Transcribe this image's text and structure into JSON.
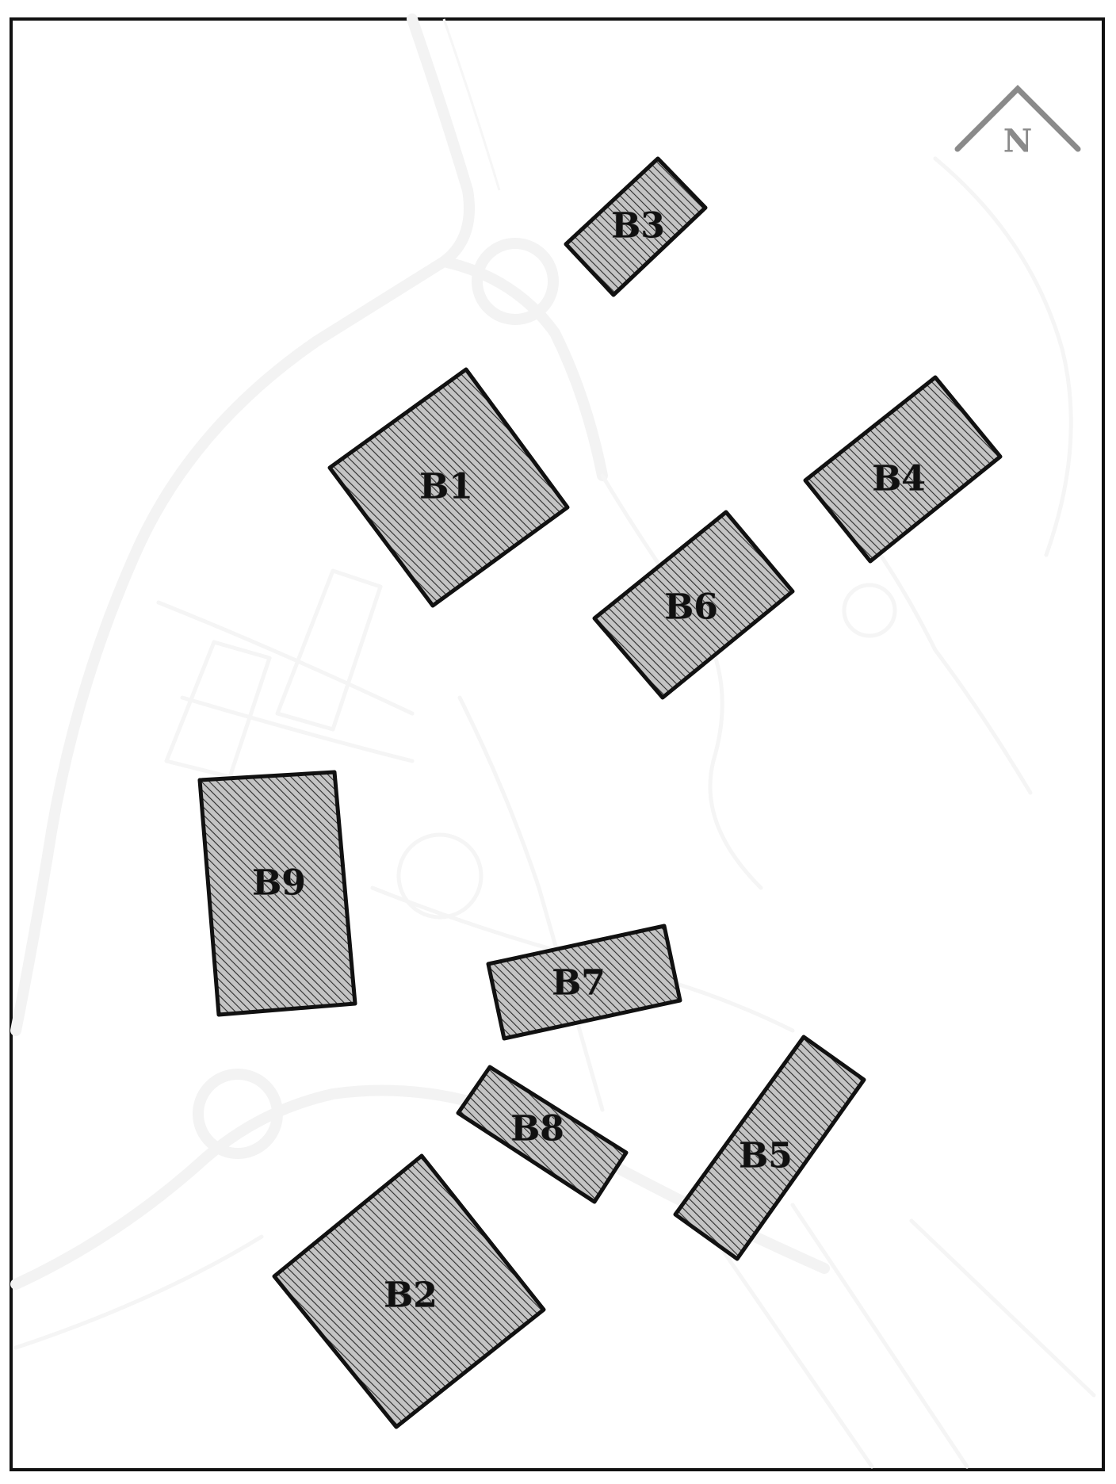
{
  "map": {
    "background_color": "#ffffff",
    "frame_color": "#111111",
    "road_color": "#f3f3f3",
    "building_fill": "#bdbdbd",
    "building_hatch": "#2b2b2b",
    "building_outline": "#111111"
  },
  "north_arrow": {
    "label": "N",
    "color": "#8a8a8a",
    "icon": "north-arrow-icon"
  },
  "buildings": [
    {
      "id": "b1",
      "label": "B1"
    },
    {
      "id": "b2",
      "label": "B2"
    },
    {
      "id": "b3",
      "label": "B3"
    },
    {
      "id": "b4",
      "label": "B4"
    },
    {
      "id": "b5",
      "label": "B5"
    },
    {
      "id": "b6",
      "label": "B6"
    },
    {
      "id": "b7",
      "label": "B7"
    },
    {
      "id": "b8",
      "label": "B8"
    },
    {
      "id": "b9",
      "label": "B9"
    }
  ]
}
